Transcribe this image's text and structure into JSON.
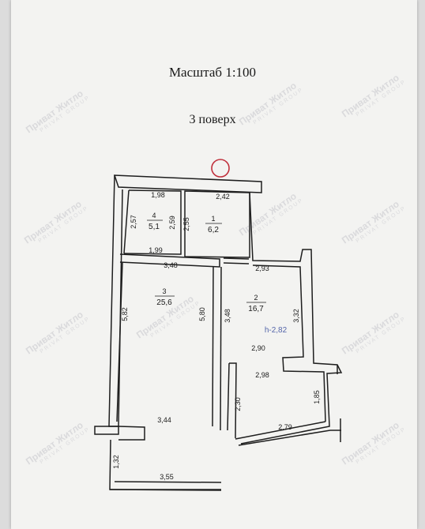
{
  "header": {
    "scale": "Масштаб 1:100",
    "floor": "3 поверх"
  },
  "watermark": {
    "brand": "Приват Житло",
    "sub": "PRIVAT GROUP"
  },
  "rooms": [
    {
      "number": "1",
      "area": "6,2"
    },
    {
      "number": "2",
      "area": "16,7"
    },
    {
      "number": "3",
      "area": "25,6"
    },
    {
      "number": "4",
      "area": "5,1"
    }
  ],
  "dimensions": {
    "r4_top": "1,98",
    "r4_bottom": "1,99",
    "r4_left": "2,57",
    "r4_right": "2,59",
    "r1_top": "2,42",
    "r1_left": "2,55",
    "r3_top": "3,48",
    "r3_left": "5,82",
    "r3_right": "5,80",
    "r3_bottom": "3,44",
    "r2_top": "2,93",
    "r2_left": "3,48",
    "r2_right": "3,32",
    "r2_mid": "2,90",
    "r2_lower": "2,98",
    "r2_lower_left": "2,30",
    "r2_bottom": "2,79",
    "r2_lower_right": "1,85",
    "balcony_left": "1,32",
    "balcony_bottom": "3,55"
  },
  "height_note": "h-2,82",
  "colors": {
    "wall": "#1e1e1e",
    "stamp": "#c0303c",
    "note": "#5566aa"
  }
}
